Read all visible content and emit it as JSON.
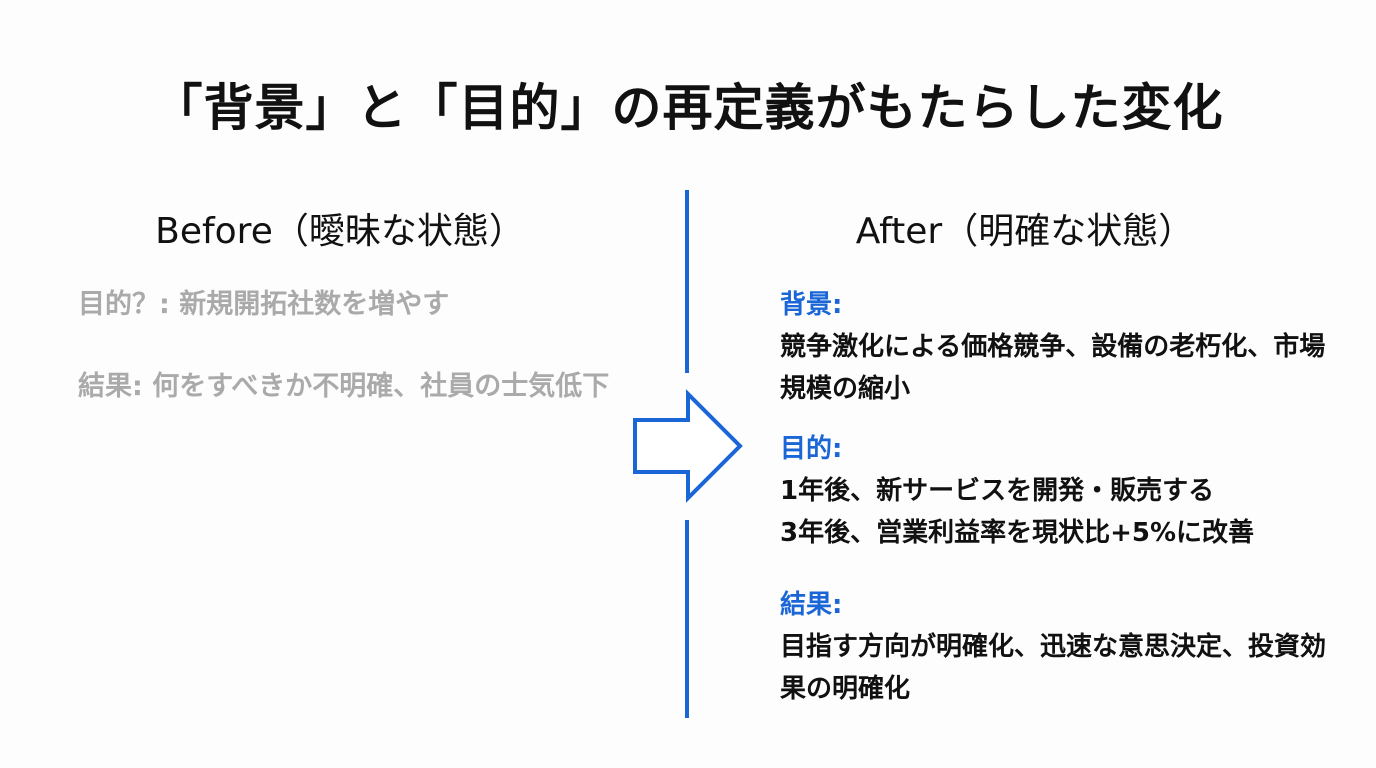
{
  "title": "「背景」と「目的」の再定義がもたらした変化",
  "before": {
    "heading": "Before（曖昧な状態）",
    "items": [
      "目的？: 新規開拓社数を増やす",
      "結果: 何をすべきか不明確、社員の士気低下"
    ]
  },
  "after": {
    "heading": "After（明確な状態）",
    "sections": [
      {
        "label": "背景:",
        "lines": [
          "競争激化による価格競争、設備の老朽化、市場規模の縮小"
        ]
      },
      {
        "label": "目的:",
        "lines": [
          "1年後、新サービスを開発・販売する",
          "3年後、営業利益率を現状比+5%に改善"
        ]
      },
      {
        "label": "結果:",
        "lines": [
          "目指す方向が明確化、迅速な意思決定、投資効果の明確化"
        ]
      }
    ]
  },
  "icons": {
    "arrow": "right-arrow-outline-icon"
  },
  "colors": {
    "accent": "#1a66d6",
    "muted": "#aaaaaa",
    "text": "#111111"
  }
}
